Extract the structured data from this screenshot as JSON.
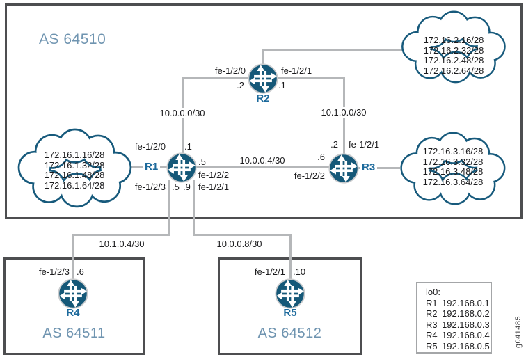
{
  "figure_id": "g041485",
  "colors": {
    "router_fill": "#155878",
    "cloud_stroke": "#175a7c",
    "router_label_blue": "#1d6a9c",
    "as_label_blue": "#6f94b0",
    "link_line_gray": "#b5b7b9",
    "box_border_gray": "#4d4e50"
  },
  "icons": {
    "router": "juniper-router-icon",
    "cloud": "network-cloud-icon"
  },
  "as_regions": {
    "as64510": {
      "label": "AS 64510"
    },
    "as64511": {
      "label": "AS 64511"
    },
    "as64512": {
      "label": "AS 64512"
    }
  },
  "routers": {
    "r1": "R1",
    "r2": "R2",
    "r3": "R3",
    "r4": "R4",
    "r5": "R5"
  },
  "clouds": {
    "west": {
      "prefixes": [
        "172.16.1.16/28",
        "172.16.1.32/28",
        "172.16.1.48/28",
        "172.16.1.64/28"
      ]
    },
    "northeast": {
      "prefixes": [
        "172.16.2.16/28",
        "172.16.2.32/28",
        "172.16.2.48/28",
        "172.16.2.64/28"
      ]
    },
    "east": {
      "prefixes": [
        "172.16.3.16/28",
        "172.16.3.32/28",
        "172.16.3.48/28",
        "172.16.3.64/28"
      ]
    }
  },
  "links": {
    "r1_r2": {
      "subnet": "10.0.0.0/30",
      "r2_interface": "fe-1/2/0",
      "r2_address": ".2",
      "r1_interface": "fe-1/2/0",
      "r1_address": ".1"
    },
    "r2_r3": {
      "subnet": "10.1.0.0/30",
      "r2_interface": "fe-1/2/1",
      "r2_address": ".1",
      "r3_interface": "fe-1/2/1",
      "r3_address": ".2"
    },
    "r1_r3": {
      "subnet": "10.0.0.4/30",
      "r1_interface": "fe-1/2/2",
      "r1_address": ".5",
      "r3_interface": "fe-1/2/2",
      "r3_address": ".6"
    },
    "r1_r4": {
      "subnet": "10.1.0.4/30",
      "r1_interface": "fe-1/2/3",
      "r1_address": ".5",
      "r4_interface": "fe-1/2/3",
      "r4_address": ".6"
    },
    "r1_r5": {
      "subnet": "10.0.0.8/30",
      "r1_interface": "fe-1/2/1",
      "r1_address": ".9",
      "r5_interface": "fe-1/2/1",
      "r5_address": ".10"
    }
  },
  "legend": {
    "title": "lo0:",
    "rows": [
      {
        "router": "R1",
        "address": "192.168.0.1"
      },
      {
        "router": "R2",
        "address": "192.168.0.2"
      },
      {
        "router": "R3",
        "address": "192.168.0.3"
      },
      {
        "router": "R4",
        "address": "192.168.0.4"
      },
      {
        "router": "R5",
        "address": "192.168.0.5"
      }
    ]
  }
}
